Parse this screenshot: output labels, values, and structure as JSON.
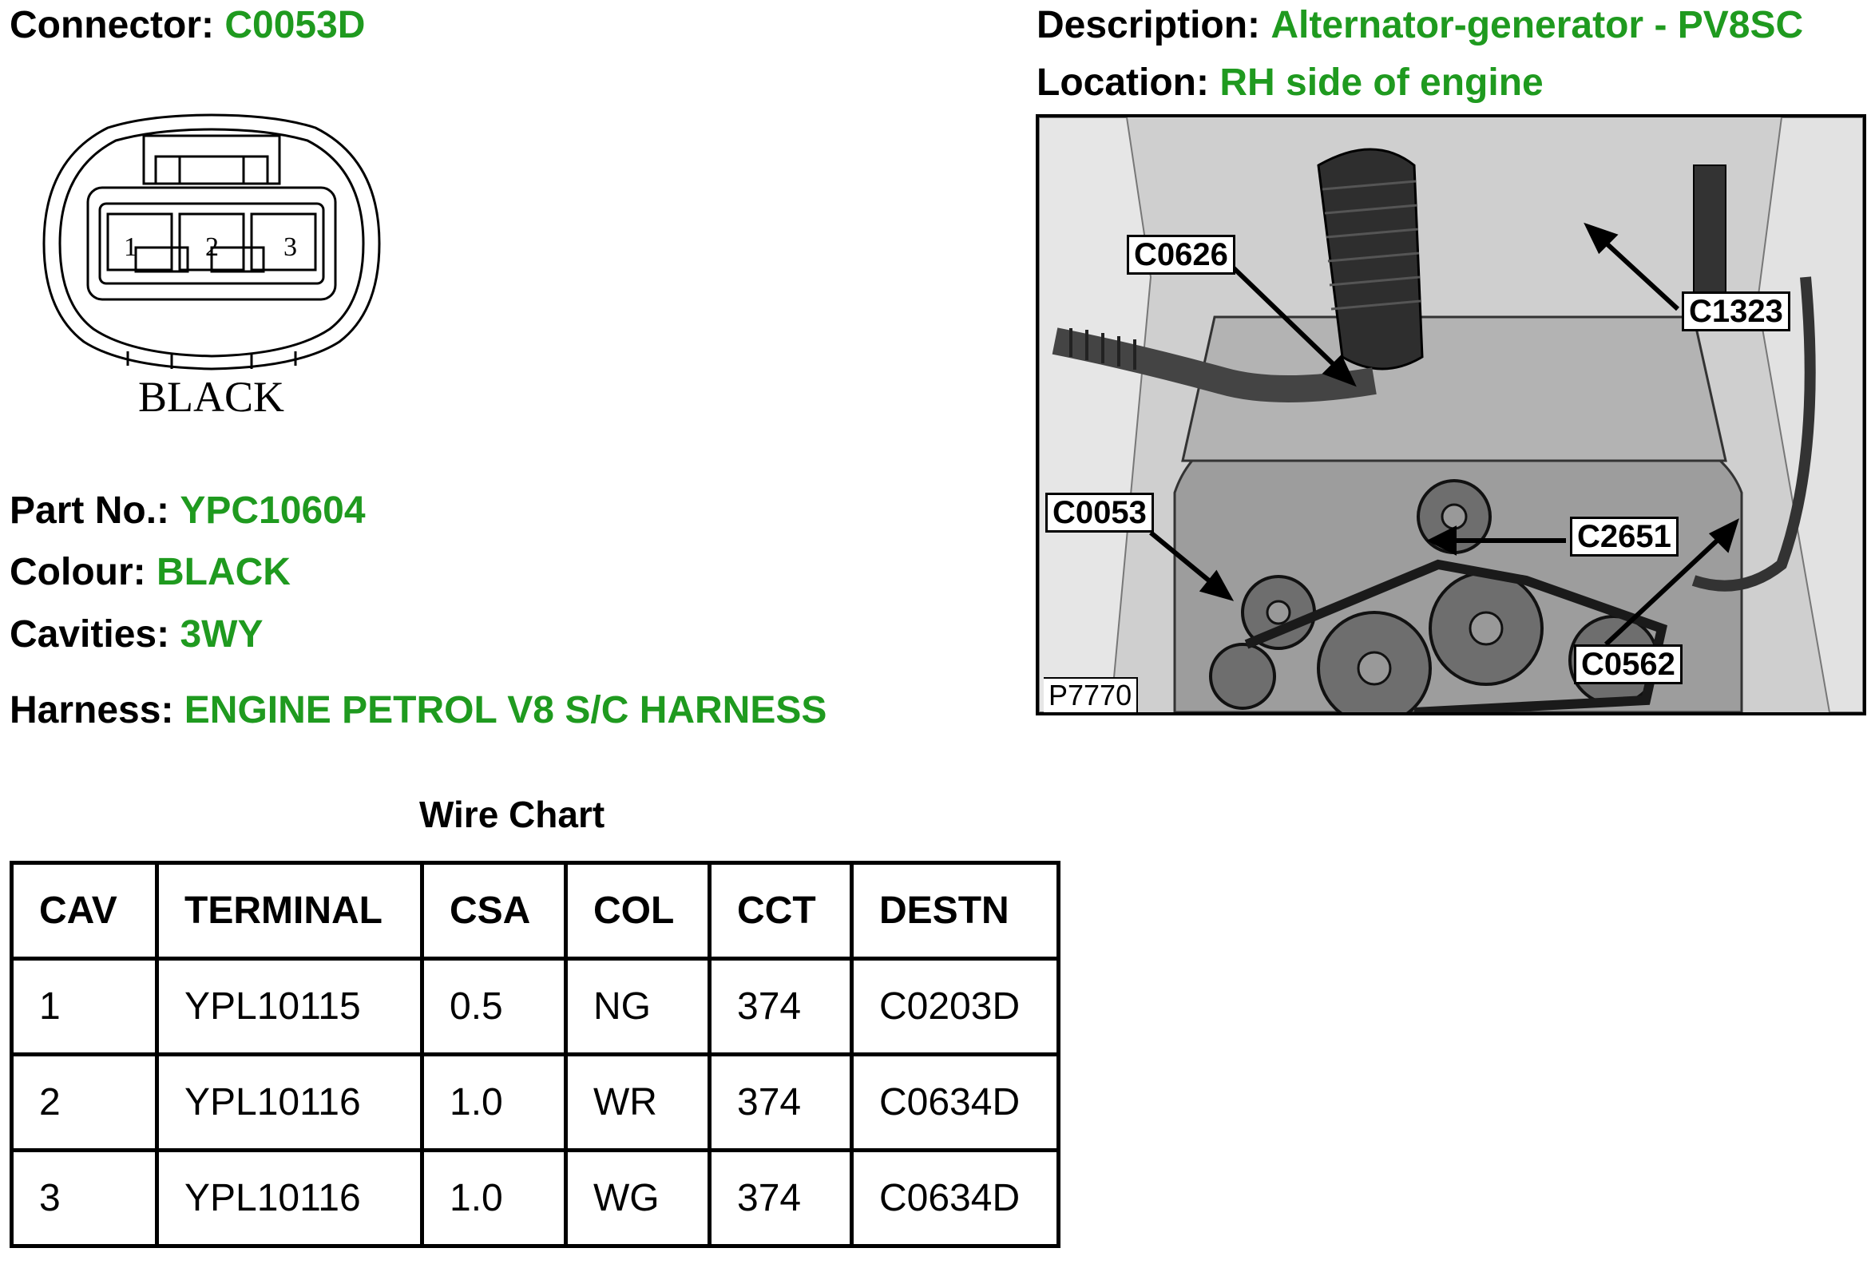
{
  "connector": {
    "label": "Connector:",
    "value": "C0053D"
  },
  "description": {
    "label": "Description:",
    "value": "Alternator-generator - PV8SC"
  },
  "location": {
    "label": "Location:",
    "value": "RH side of engine"
  },
  "connector_drawing": {
    "pins": [
      "1",
      "2",
      "3"
    ],
    "colour_label": "BLACK"
  },
  "part_no": {
    "label": "Part No.:",
    "value": "YPC10604"
  },
  "colour": {
    "label": "Colour:",
    "value": "BLACK"
  },
  "cavities": {
    "label": "Cavities:",
    "value": "3WY"
  },
  "harness": {
    "label": "Harness:",
    "value": "ENGINE PETROL V8 S/C HARNESS"
  },
  "wire_chart": {
    "title": "Wire Chart",
    "headers": [
      "CAV",
      "TERMINAL",
      "CSA",
      "COL",
      "CCT",
      "DESTN"
    ],
    "rows": [
      [
        "1",
        "YPL10115",
        "0.5",
        "NG",
        "374",
        "C0203D"
      ],
      [
        "2",
        "YPL10116",
        "1.0",
        "WR",
        "374",
        "C0634D"
      ],
      [
        "3",
        "YPL10116",
        "1.0",
        "WG",
        "374",
        "C0634D"
      ]
    ]
  },
  "engine_photo": {
    "callouts": [
      "C0626",
      "C1323",
      "C0053",
      "C2651",
      "C0562"
    ],
    "figure_ref": "P7770"
  },
  "colors": {
    "value_text": "#1f9a1f",
    "label_text": "#000000"
  }
}
